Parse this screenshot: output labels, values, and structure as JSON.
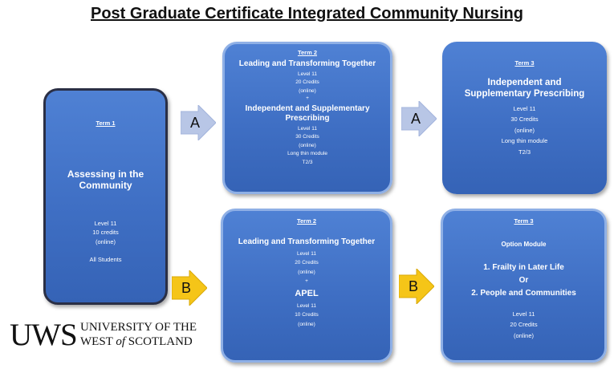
{
  "title": "Post Graduate Certificate Integrated Community Nursing",
  "colors": {
    "box_fill": "#4a78c8",
    "arrow_a": "#b8c6e6",
    "arrow_b": "#f5c518"
  },
  "term1": {
    "term": "Term 1",
    "module": "Assessing in the Community",
    "level": "Level 11",
    "credits": "10 credits",
    "mode": "(online)",
    "note": "All Students"
  },
  "pathway_a": {
    "label_1": "A",
    "label_2": "A",
    "term2": {
      "term": "Term 2",
      "module1": "Leading and Transforming Together",
      "m1_level": "Level 11",
      "m1_credits": "20 Credits",
      "m1_mode": "(online)",
      "plus": "+",
      "module2": "Independent and Supplementary Prescribing",
      "m2_level": "Level 11",
      "m2_credits": "30 Credits",
      "m2_mode": "(online)",
      "m2_note": "Long  thin module",
      "m2_terms": "T2/3"
    },
    "term3": {
      "term": "Term 3",
      "module": "Independent and Supplementary  Prescribing",
      "level": "Level 11",
      "credits": "30 Credits",
      "mode": "(online)",
      "note": "Long thin module",
      "terms": "T2/3"
    }
  },
  "pathway_b": {
    "label_1": "B",
    "label_2": "B",
    "term2": {
      "term": "Term 2",
      "module1": "Leading and Transforming Together",
      "m1_level": "Level 11",
      "m1_credits": "20 Credits",
      "m1_mode": "(online)",
      "plus": "+",
      "module2": "APEL",
      "m2_level": "Level 11",
      "m2_credits": "10 Credits",
      "m2_mode": "(online)"
    },
    "term3": {
      "term": "Term 3",
      "heading": "Option Module",
      "option1": "1. Frailty in Later Life",
      "or": "Or",
      "option2": "2. People and Communities",
      "level": "Level 11",
      "credits": "20 Credits",
      "mode": "(online)"
    }
  },
  "logo": {
    "mark": "UWS",
    "line1": "UNIVERSITY OF THE",
    "line2_a": "WEST ",
    "line2_b": "of",
    "line2_c": " SCOTLAND"
  }
}
